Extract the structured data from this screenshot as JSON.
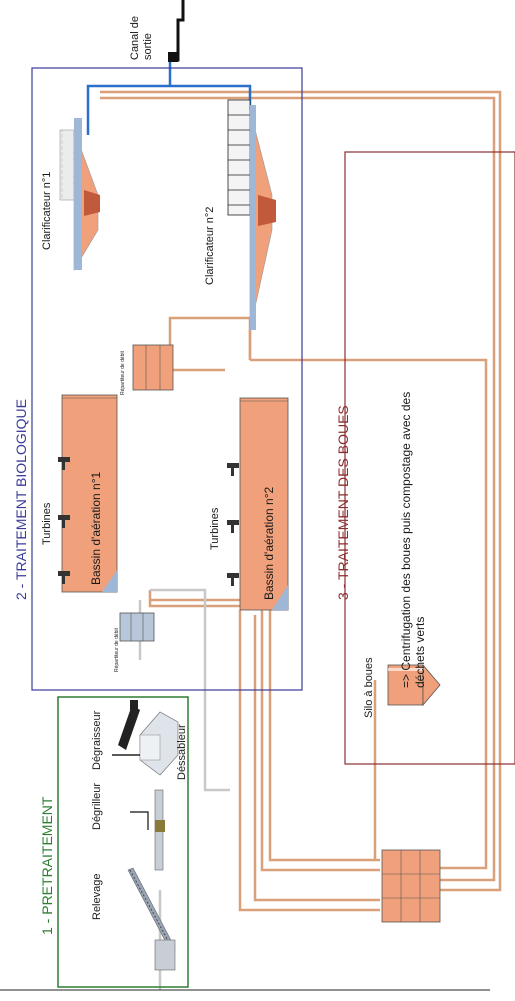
{
  "sections": {
    "pretraitement": {
      "title": "1 - PRETRAITEMENT",
      "color": "#2e7d32"
    },
    "biologique": {
      "title": "2 - TRAITEMENT BIOLOGIQUE",
      "color": "#3b3b9a"
    },
    "boues": {
      "title": "3 - TRAITEMENT DES BOUES",
      "color": "#8b2e2e"
    }
  },
  "labels": {
    "relevage": "Relevage",
    "degrilleur": "Dégrilleur",
    "degraisseur": "Dégraisseur",
    "dessableur": "Déssableur",
    "turbines_1": "Turbines",
    "turbines_2": "Turbines",
    "bassin_1": "Bassin d'aération n°1",
    "bassin_2": "Bassin d'aération n°2",
    "repartiteur_1": "Répartiteur de débit",
    "repartiteur_2": "Répartiteur de débit",
    "clarificateur_1": "Clarificateur n°1",
    "clarificateur_2": "Clarificateur n°2",
    "canal_line1": "Canal de",
    "canal_line2": "sortie",
    "silo": "Silo à boues",
    "boues_line1": "=> Centrifugation des boues puis compostage avec des",
    "boues_line2": "déchets verts"
  },
  "colors": {
    "sludge_pipe": "#d9a07a",
    "water_pipe": "#c8c8c8",
    "clear_water": "#2a6fc9",
    "tank": "#f0a07a",
    "tank_dark": "#c05a3a"
  }
}
